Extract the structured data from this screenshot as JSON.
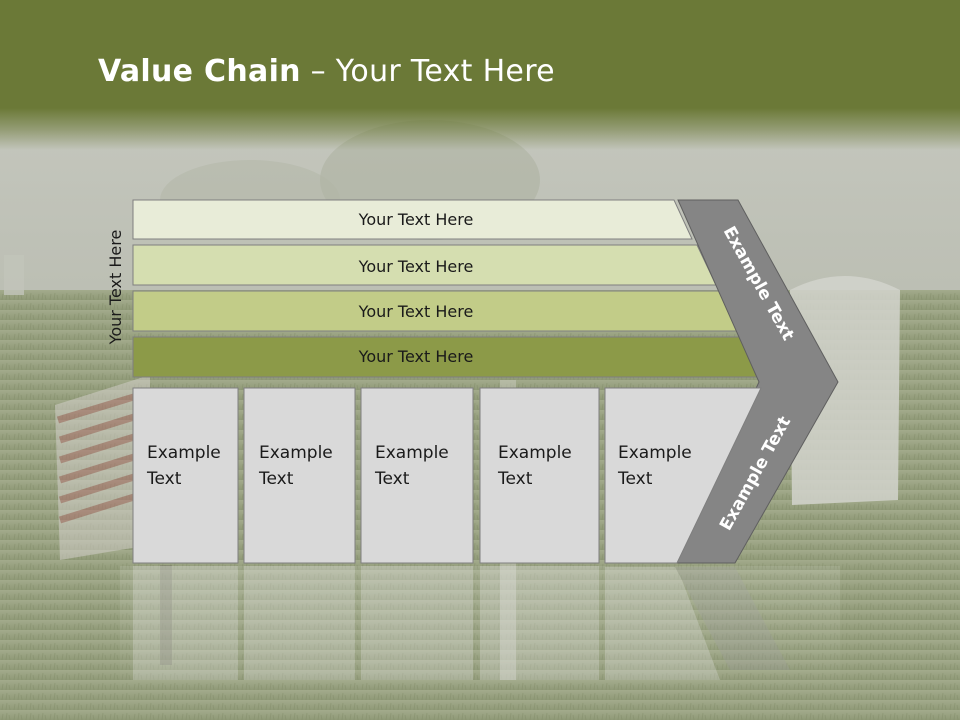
{
  "title": {
    "bold": "Value Chain",
    "rest": " – Your Text Here"
  },
  "side_label": "Your Text Here",
  "bars": [
    {
      "label": "Your Text Here",
      "color": "#e8ecd8"
    },
    {
      "label": "Your Text Here",
      "color": "#d5deb0"
    },
    {
      "label": "Your Text Here",
      "color": "#c2cc88"
    },
    {
      "label": "Your Text Here",
      "color": "#8c9a48"
    }
  ],
  "boxes": [
    {
      "line1": "Example",
      "line2": "Text"
    },
    {
      "line1": "Example",
      "line2": "Text"
    },
    {
      "line1": "Example",
      "line2": "Text"
    },
    {
      "line1": "Example",
      "line2": "Text"
    },
    {
      "line1": "Example",
      "line2": "Text"
    }
  ],
  "chevron": {
    "top_label": "Example Text",
    "bottom_label": "Example Text",
    "color": "#858585"
  },
  "colors": {
    "header": "#6b7937",
    "box_fill": "#d9d9d9",
    "box_stroke": "#7f7f7f"
  }
}
